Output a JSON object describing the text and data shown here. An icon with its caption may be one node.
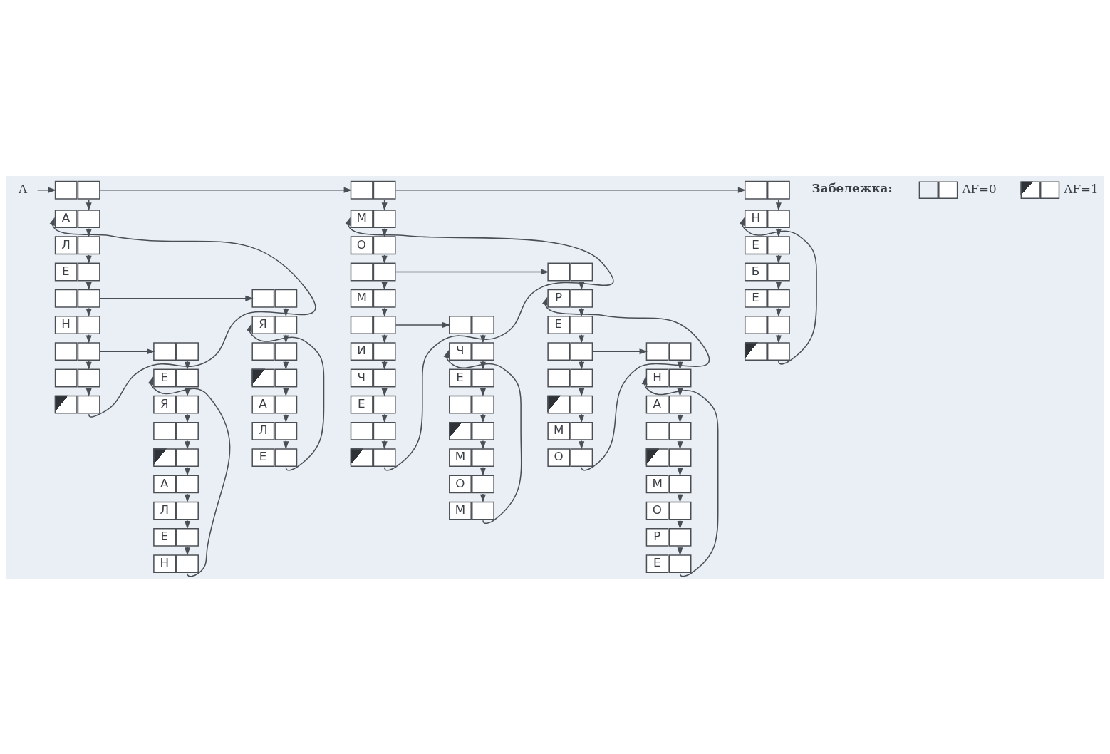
{
  "diagram": {
    "nodes": [
      {
        "text": [
          "A"
        ]
      },
      {
        "text": [],
        "shape": "box"
      },
      {
        "text": [
          "А"
        ]
      },
      {
        "text": [
          "Л"
        ]
      },
      {
        "text": [
          "Е"
        ]
      },
      {
        "text": [],
        "shape": "box"
      },
      {
        "text": [
          "Н"
        ]
      },
      {
        "text": [],
        "shape": "box"
      },
      {
        "text": [],
        "shape": "box"
      },
      {
        "text": [],
        "shape": "box"
      },
      {
        "text": [],
        "shape": "box"
      },
      {
        "text": [
          "Е"
        ]
      },
      {
        "text": [
          "Я"
        ]
      },
      {
        "text": [],
        "shape": "box"
      },
      {
        "text": [],
        "shape": "box"
      },
      {
        "text": [
          "А"
        ]
      },
      {
        "text": [
          "Л"
        ]
      },
      {
        "text": [
          "Е"
        ]
      },
      {
        "text": [
          "Н"
        ]
      },
      {
        "text": [],
        "shape": "box"
      },
      {
        "text": [
          "Я"
        ]
      },
      {
        "text": [],
        "shape": "box"
      },
      {
        "text": [],
        "shape": "box"
      },
      {
        "text": [
          "А"
        ]
      },
      {
        "text": [
          "Л"
        ]
      },
      {
        "text": [
          "Е"
        ]
      },
      {
        "text": [],
        "shape": "box"
      },
      {
        "text": [
          "М"
        ]
      },
      {
        "text": [
          "О"
        ]
      },
      {
        "text": [],
        "shape": "box"
      },
      {
        "text": [
          "М"
        ]
      },
      {
        "text": [],
        "shape": "box"
      },
      {
        "text": [
          "И"
        ]
      },
      {
        "text": [
          "Ч"
        ]
      },
      {
        "text": [
          "Е"
        ]
      },
      {
        "text": [],
        "shape": "box"
      },
      {
        "text": [],
        "shape": "box"
      },
      {
        "text": [],
        "shape": "box"
      },
      {
        "text": [
          "Ч"
        ]
      },
      {
        "text": [
          "Е"
        ]
      },
      {
        "text": [],
        "shape": "box"
      },
      {
        "text": [],
        "shape": "box"
      },
      {
        "text": [
          "М"
        ]
      },
      {
        "text": [
          "О"
        ]
      },
      {
        "text": [
          "М"
        ]
      },
      {
        "text": [],
        "shape": "box"
      },
      {
        "text": [
          "Р"
        ]
      },
      {
        "text": [
          "Е"
        ]
      },
      {
        "text": [],
        "shape": "box"
      },
      {
        "text": [],
        "shape": "box"
      },
      {
        "text": [],
        "shape": "box"
      },
      {
        "text": [
          "М"
        ]
      },
      {
        "text": [
          "О"
        ]
      },
      {
        "text": [],
        "shape": "box"
      },
      {
        "text": [
          "Н"
        ]
      },
      {
        "text": [
          "А"
        ]
      },
      {
        "text": [],
        "shape": "box"
      },
      {
        "text": [],
        "shape": "box"
      },
      {
        "text": [
          "М"
        ]
      },
      {
        "text": [
          "О"
        ]
      },
      {
        "text": [
          "Р"
        ]
      },
      {
        "text": [
          "Е"
        ]
      },
      {
        "text": [],
        "shape": "box"
      },
      {
        "text": [
          "Н"
        ]
      },
      {
        "text": [
          "Е"
        ]
      },
      {
        "text": [
          "Б"
        ]
      },
      {
        "text": [
          "Е"
        ]
      },
      {
        "text": [],
        "shape": "box"
      },
      {
        "text": [],
        "shape": "box"
      }
    ],
    "edges": [
      {
        "from": 0,
        "to": 1,
        "arrow": "to"
      },
      {
        "from": 1,
        "to": 26,
        "arrow": "to"
      },
      {
        "from": 26,
        "to": 62,
        "arrow": "to"
      },
      {
        "from": 1,
        "to": 2,
        "arrow": "to"
      },
      {
        "from": 2,
        "to": 3,
        "arrow": "to"
      },
      {
        "from": 3,
        "to": 4,
        "arrow": "to"
      },
      {
        "from": 4,
        "to": 5,
        "arrow": "to"
      },
      {
        "from": 5,
        "to": 6,
        "arrow": "to"
      },
      {
        "from": 5,
        "to": 19,
        "arrow": "to"
      },
      {
        "from": 6,
        "to": 7,
        "arrow": "to"
      },
      {
        "from": 7,
        "to": 8,
        "arrow": "to"
      },
      {
        "from": 7,
        "to": 10,
        "arrow": "to"
      },
      {
        "from": 8,
        "to": 9,
        "arrow": "to"
      },
      {
        "from": 9,
        "to": 2,
        "arrow": "to"
      },
      {
        "from": 10,
        "to": 11,
        "arrow": "to"
      },
      {
        "from": 11,
        "to": 12,
        "arrow": "to"
      },
      {
        "from": 12,
        "to": 13,
        "arrow": "to"
      },
      {
        "from": 13,
        "to": 14,
        "arrow": "to"
      },
      {
        "from": 14,
        "to": 15,
        "arrow": "to"
      },
      {
        "from": 15,
        "to": 16,
        "arrow": "to"
      },
      {
        "from": 16,
        "to": 17,
        "arrow": "to"
      },
      {
        "from": 17,
        "to": 18,
        "arrow": "to"
      },
      {
        "from": 18,
        "to": 11,
        "arrow": "to"
      },
      {
        "from": 19,
        "to": 20,
        "arrow": "to"
      },
      {
        "from": 20,
        "to": 21,
        "arrow": "to"
      },
      {
        "from": 21,
        "to": 22,
        "arrow": "to"
      },
      {
        "from": 22,
        "to": 23,
        "arrow": "to"
      },
      {
        "from": 23,
        "to": 24,
        "arrow": "to"
      },
      {
        "from": 24,
        "to": 25,
        "arrow": "to"
      },
      {
        "from": 25,
        "to": 20,
        "arrow": "to"
      },
      {
        "from": 26,
        "to": 27,
        "arrow": "to"
      },
      {
        "from": 27,
        "to": 28,
        "arrow": "to"
      },
      {
        "from": 28,
        "to": 29,
        "arrow": "to"
      },
      {
        "from": 29,
        "to": 30,
        "arrow": "to"
      },
      {
        "from": 29,
        "to": 45,
        "arrow": "to"
      },
      {
        "from": 30,
        "to": 31,
        "arrow": "to"
      },
      {
        "from": 31,
        "to": 32,
        "arrow": "to"
      },
      {
        "from": 31,
        "to": 37,
        "arrow": "to"
      },
      {
        "from": 32,
        "to": 33,
        "arrow": "to"
      },
      {
        "from": 33,
        "to": 34,
        "arrow": "to"
      },
      {
        "from": 34,
        "to": 35,
        "arrow": "to"
      },
      {
        "from": 35,
        "to": 36,
        "arrow": "to"
      },
      {
        "from": 36,
        "to": 27,
        "arrow": "to"
      },
      {
        "from": 37,
        "to": 38,
        "arrow": "to"
      },
      {
        "from": 38,
        "to": 39,
        "arrow": "to"
      },
      {
        "from": 39,
        "to": 40,
        "arrow": "to"
      },
      {
        "from": 40,
        "to": 41,
        "arrow": "to"
      },
      {
        "from": 41,
        "to": 42,
        "arrow": "to"
      },
      {
        "from": 42,
        "to": 43,
        "arrow": "to"
      },
      {
        "from": 43,
        "to": 44,
        "arrow": "to"
      },
      {
        "from": 44,
        "to": 38,
        "arrow": "to"
      },
      {
        "from": 45,
        "to": 46,
        "arrow": "to"
      },
      {
        "from": 46,
        "to": 47,
        "arrow": "to"
      },
      {
        "from": 47,
        "to": 48,
        "arrow": "to"
      },
      {
        "from": 48,
        "to": 49,
        "arrow": "to"
      },
      {
        "from": 48,
        "to": 53,
        "arrow": "to"
      },
      {
        "from": 49,
        "to": 50,
        "arrow": "to"
      },
      {
        "from": 50,
        "to": 51,
        "arrow": "to"
      },
      {
        "from": 51,
        "to": 52,
        "arrow": "to"
      },
      {
        "from": 52,
        "to": 46,
        "arrow": "to"
      },
      {
        "from": 53,
        "to": 54,
        "arrow": "to"
      },
      {
        "from": 54,
        "to": 55,
        "arrow": "to"
      },
      {
        "from": 55,
        "to": 56,
        "arrow": "to"
      },
      {
        "from": 56,
        "to": 57,
        "arrow": "to"
      },
      {
        "from": 57,
        "to": 58,
        "arrow": "to"
      },
      {
        "from": 58,
        "to": 59,
        "arrow": "to"
      },
      {
        "from": 59,
        "to": 60,
        "arrow": "to"
      },
      {
        "from": 60,
        "to": 61,
        "arrow": "to"
      },
      {
        "from": 61,
        "to": 54,
        "arrow": "to"
      },
      {
        "from": 62,
        "to": 63,
        "arrow": "to"
      },
      {
        "from": 63,
        "to": 64,
        "arrow": "to"
      },
      {
        "from": 64,
        "to": 65,
        "arrow": "to"
      },
      {
        "from": 65,
        "to": 66,
        "arrow": "to"
      },
      {
        "from": 66,
        "to": 67,
        "arrow": "to"
      },
      {
        "from": 67,
        "to": 68,
        "arrow": "to"
      },
      {
        "from": 68,
        "to": 63,
        "arrow": "to"
      }
    ],
    "labels": [
      "Забележка:"
    ],
    "legend": [
      {
        "text": "AF=0"
      },
      {
        "text": "AF=1"
      }
    ]
  }
}
